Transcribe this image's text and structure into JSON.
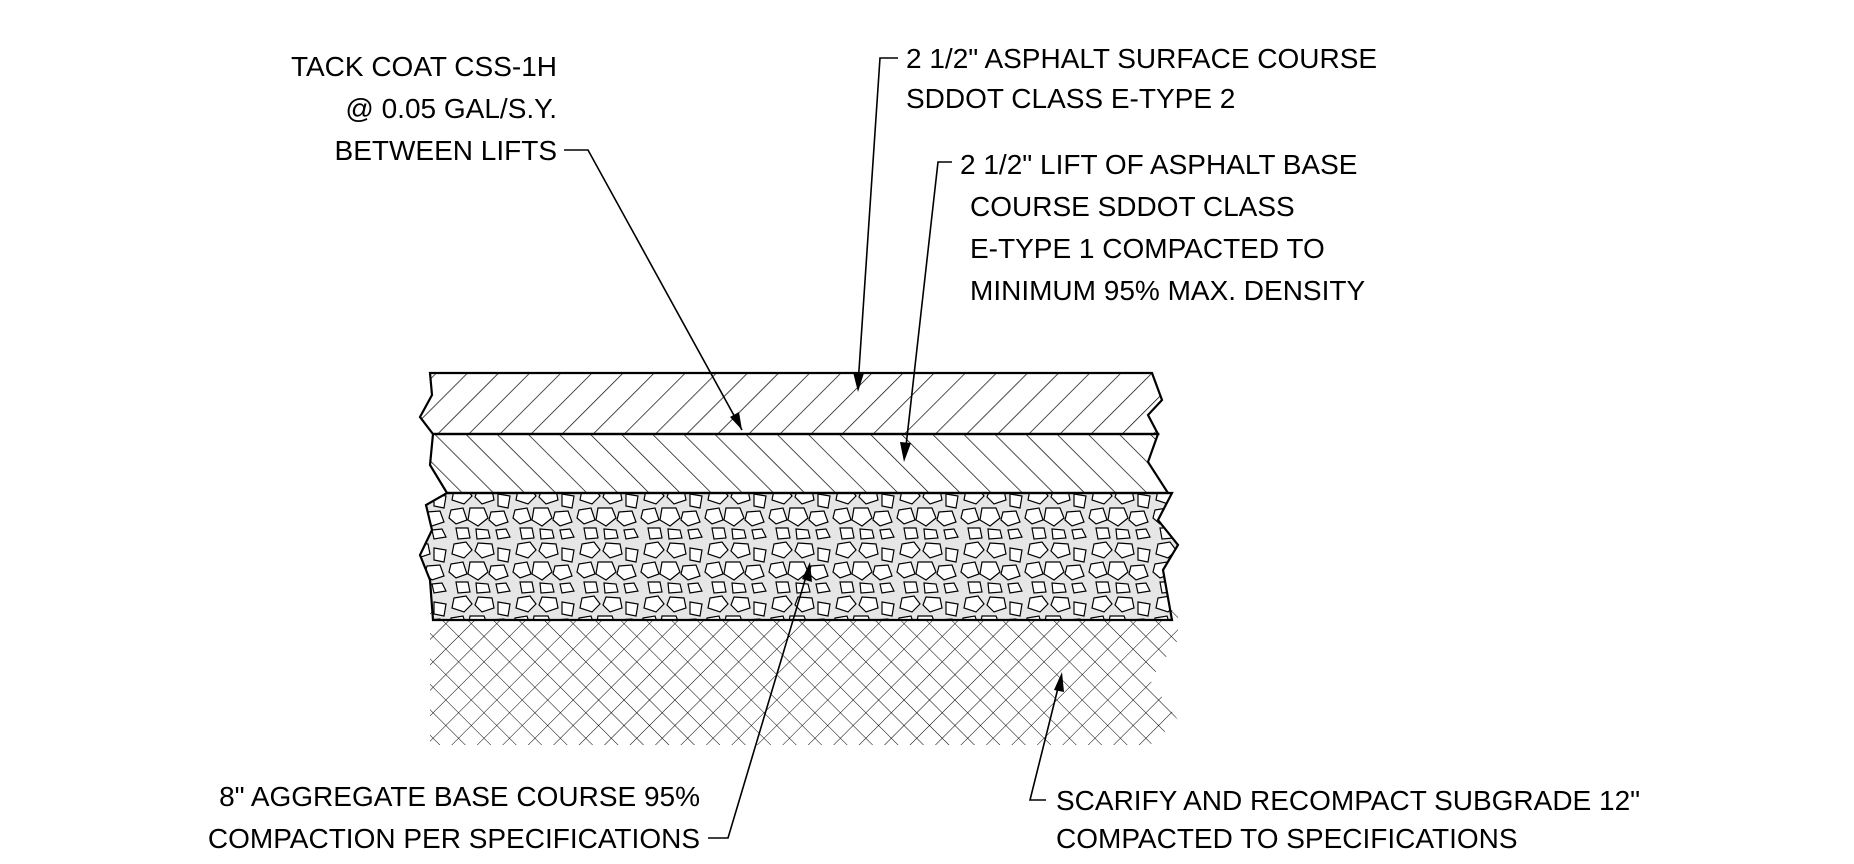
{
  "diagram": {
    "callouts": {
      "tack_coat": [
        "TACK COAT CSS-1H",
        "@ 0.05 GAL/S.Y.",
        "BETWEEN LIFTS"
      ],
      "surface_course": [
        "2 1/2\" ASPHALT SURFACE COURSE",
        "SDDOT CLASS E-TYPE 2"
      ],
      "base_lift": [
        "2 1/2\" LIFT OF ASPHALT BASE",
        "COURSE SDDOT CLASS",
        "E-TYPE 1 COMPACTED TO",
        "MINIMUM 95% MAX. DENSITY"
      ],
      "aggregate_base": [
        "8\" AGGREGATE BASE COURSE 95%",
        "COMPACTION PER SPECIFICATIONS"
      ],
      "subgrade": [
        "SCARIFY AND  RECOMPACT SUBGRADE 12\"",
        "COMPACTED TO SPECIFICATIONS"
      ]
    },
    "layers": [
      "asphalt-surface-course",
      "asphalt-base-course",
      "aggregate-base-course",
      "subgrade"
    ],
    "colors": {
      "ink": "#000000",
      "gravel_fill": "#d9d9d9",
      "background": "#ffffff"
    }
  }
}
